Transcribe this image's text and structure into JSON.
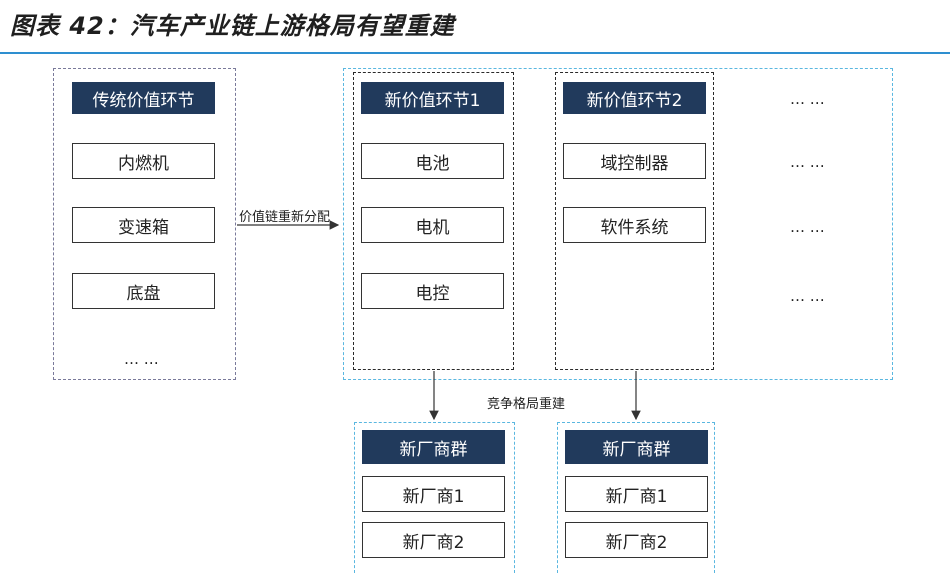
{
  "title": "图表 42：汽车产业链上游格局有望重建",
  "traditional": {
    "header": "传统价值环节",
    "items": [
      "内燃机",
      "变速箱",
      "底盘"
    ],
    "ellipsis": "… …"
  },
  "arrow_label": "价值链重新分配",
  "new1": {
    "header": "新价值环节1",
    "items": [
      "电池",
      "电机",
      "电控"
    ]
  },
  "new2": {
    "header": "新价值环节2",
    "items": [
      "域控制器",
      "软件系统"
    ]
  },
  "more_column": [
    "… …",
    "… …",
    "… …",
    "… …"
  ],
  "compete_label": "竞争格局重建",
  "vendors_left": {
    "header": "新厂商群",
    "items": [
      "新厂商1",
      "新厂商2"
    ]
  },
  "vendors_right": {
    "header": "新厂商群",
    "items": [
      "新厂商1",
      "新厂商2"
    ]
  }
}
